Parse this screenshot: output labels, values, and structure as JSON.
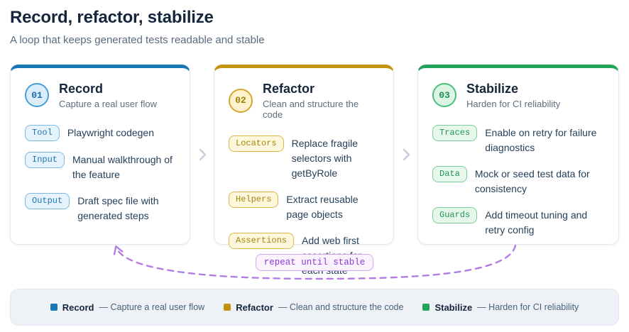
{
  "page": {
    "title": "Record, refactor, stabilize",
    "subtitle": "A loop that keeps generated tests readable and stable"
  },
  "cards": [
    {
      "number": "01",
      "title": "Record",
      "subtitle": "Capture a real user flow",
      "colors": {
        "accent": "#1878b5",
        "badge_bg": "#dcedfa",
        "badge_border": "#45a0d9",
        "badge_text": "#176fae",
        "tag_bg": "#e7f3fc",
        "tag_border": "#7db9e2",
        "tag_text": "#1b76b2"
      },
      "items": [
        {
          "tag": "Tool",
          "text": "Playwright codegen"
        },
        {
          "tag": "Input",
          "text": "Manual walkthrough of the feature"
        },
        {
          "tag": "Output",
          "text": "Draft spec file with generated steps"
        }
      ]
    },
    {
      "number": "02",
      "title": "Refactor",
      "subtitle": "Clean and structure the code",
      "colors": {
        "accent": "#c3930d",
        "badge_bg": "#fdf2cb",
        "badge_border": "#d6a72e",
        "badge_text": "#a17c08",
        "tag_bg": "#fdf7dc",
        "tag_border": "#ddb64a",
        "tag_text": "#a7840c"
      },
      "items": [
        {
          "tag": "Locators",
          "text": "Replace fragile selectors with getByRole"
        },
        {
          "tag": "Helpers",
          "text": "Extract reusable page objects"
        },
        {
          "tag": "Assertions",
          "text": "Add web first assertions for each state"
        }
      ]
    },
    {
      "number": "03",
      "title": "Stabilize",
      "subtitle": "Harden for CI reliability",
      "colors": {
        "accent": "#23a45a",
        "badge_bg": "#dcf4e5",
        "badge_border": "#4cbe7d",
        "badge_text": "#1e8f4d",
        "tag_bg": "#e6f7ec",
        "tag_border": "#7ccd9b",
        "tag_text": "#219455"
      },
      "items": [
        {
          "tag": "Traces",
          "text": "Enable on retry for failure diagnostics"
        },
        {
          "tag": "Data",
          "text": "Mock or seed test data for consistency"
        },
        {
          "tag": "Guards",
          "text": "Add timeout tuning and retry config"
        }
      ]
    }
  ],
  "loop": {
    "label": "repeat until stable",
    "line_color": "#b37ce4",
    "label_bg": "#faf3fe",
    "label_border": "#d2a7f0",
    "label_text": "#9036d9"
  },
  "legend": [
    {
      "name": "Record",
      "description": "— Capture a real user flow",
      "color": "#1878b5"
    },
    {
      "name": "Refactor",
      "description": "— Clean and structure the code",
      "color": "#c3930d"
    },
    {
      "name": "Stabilize",
      "description": "— Harden for CI reliability",
      "color": "#23a45a"
    }
  ],
  "icons": {
    "card_separator": "chevron-right-icon",
    "separator_color": "#c5cfda"
  }
}
